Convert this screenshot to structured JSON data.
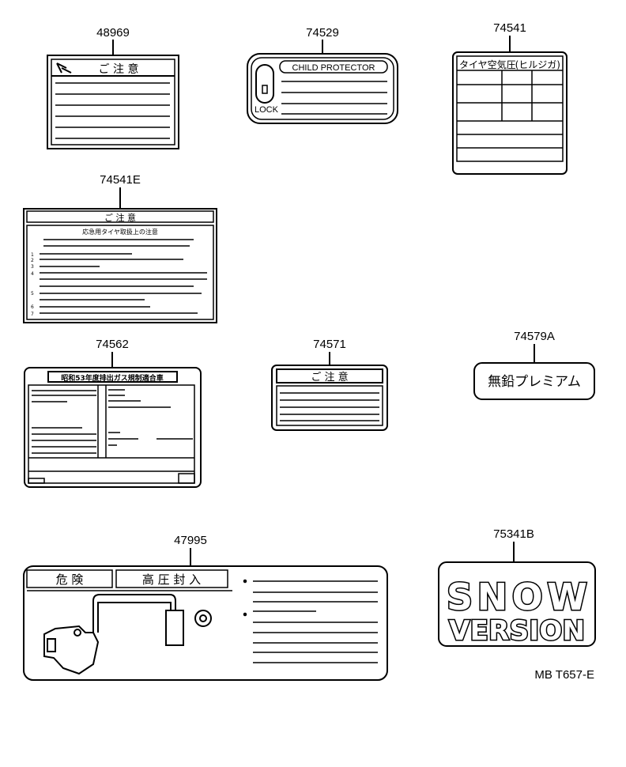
{
  "parts": [
    {
      "number": "48969",
      "header": "ご 注 意"
    },
    {
      "number": "74529",
      "header": "CHILD PROTECTOR",
      "lock_label": "LOCK"
    },
    {
      "number": "74541",
      "header": "タイヤ空気圧",
      "unit": "(ヒルジガ)"
    },
    {
      "number": "74541E",
      "header": "ご 注 意",
      "subheader": "応急用タイヤ取扱上の注意",
      "item_numbers": [
        "1",
        "2",
        "3",
        "4",
        "5",
        "6",
        "7"
      ]
    },
    {
      "number": "74562",
      "header": "昭和53年度排出ガス規制適合車"
    },
    {
      "number": "74571",
      "header": "ご 注 意"
    },
    {
      "number": "74579A",
      "text": "無鉛プレミアム"
    },
    {
      "number": "47995",
      "header_left": "危 険",
      "header_right": "高 圧 封 入"
    },
    {
      "number": "75341B",
      "line1": "SNOW",
      "line2": "VERSION"
    }
  ],
  "diagram_code": "MB T657-E"
}
